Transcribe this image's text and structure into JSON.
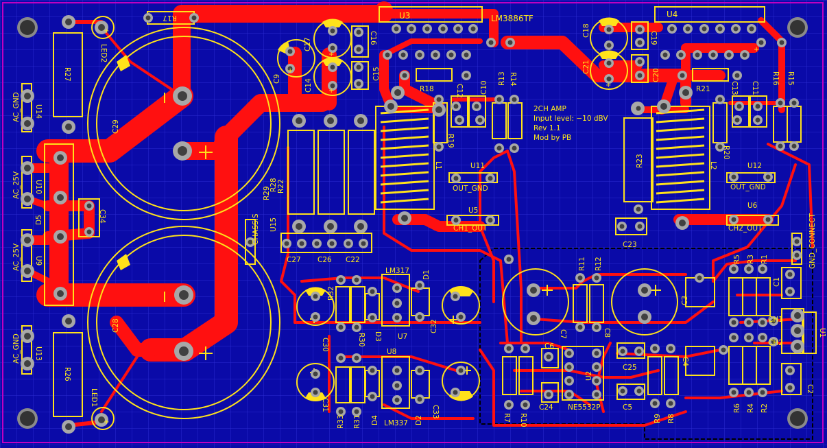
{
  "colors": {
    "board": "#0a0aa8",
    "grid": "#2b2bd0",
    "copper": "#ff1010",
    "silk": "#ffe21a",
    "pad": "#a8a8a8",
    "hole": "#404040",
    "outline": "#c000c0"
  },
  "chips": {
    "u3": "U3",
    "lm3886": "LM3886TF",
    "u4": "U4"
  },
  "pcb_text": {
    "line1": "2CH AMP",
    "line2": "Input level: −10 dBV",
    "line3": "Rev 1.1",
    "line4": "Mod by PB"
  },
  "labels": {
    "R17": "R17",
    "LED2": "LED2",
    "R27": "R27",
    "AC_GND_top": "AC_GND",
    "U14": "U14",
    "C29": "C29",
    "AC_25V_a": "AC_25V",
    "U10": "U10",
    "D5": "D5",
    "C34": "C34",
    "AC_25V_b": "AC_25V",
    "U9": "U9",
    "C28": "C28",
    "AC_GND_bot": "AC_GND",
    "U13": "U13",
    "R26": "R26",
    "LED1": "LED1",
    "C17": "C17",
    "C9": "C9",
    "C14": "C14",
    "C16": "C16",
    "C15": "C15",
    "R18": "R18",
    "C12": "C12",
    "C10": "C10",
    "R13": "R13",
    "R14": "R14",
    "R19": "R19",
    "L1": "L1",
    "U11": "U11",
    "OUT_GND_1": "OUT_GND",
    "U5": "U5",
    "CH1_OUT": "CH1_OUT",
    "R29": "R29",
    "R28": "R28",
    "R22": "R22",
    "CHASSIS": "CHASSIS",
    "U15": "U15",
    "C27": "C27",
    "C26": "C26",
    "C22": "C22",
    "C18": "C18",
    "C21": "C21",
    "C19": "C19",
    "C20": "C20",
    "R21": "R21",
    "C13": "C13",
    "C11": "C11",
    "R16": "R16",
    "R15": "R15",
    "R23": "R23",
    "L2": "L2",
    "R20": "R20",
    "U12": "U12",
    "OUT_GND_2": "OUT_GND",
    "U6": "U6",
    "CH2_OUT": "CH2_OUT",
    "C23": "C23",
    "GND_CONNECT": "GND_CONNECT",
    "R32": "R32",
    "LM317": "LM317",
    "D1": "D1",
    "C30": "C30",
    "R30": "R30",
    "D3": "D3",
    "U7": "U7",
    "C32": "C32",
    "U8": "U8",
    "C31": "C31",
    "R33": "R33",
    "R31": "R31",
    "D4": "D4",
    "LM337": "LM337",
    "D2": "D2",
    "C33": "C33",
    "R11": "R11",
    "R12": "R12",
    "C7": "C7",
    "C8": "C8",
    "C6": "C6",
    "C24": "C24",
    "R7": "R7",
    "R10": "R10",
    "U2": "U2",
    "NE5532P": "NE5532P",
    "C25": "C25",
    "C5": "C5",
    "R9": "R9",
    "R8": "R8",
    "C4": "C4",
    "C3": "C3",
    "R5": "R5",
    "R3": "R3",
    "R1": "R1",
    "C1": "C1",
    "CH1": "CH1",
    "CH2": "CH2",
    "U1": "U1",
    "R6": "R6",
    "R4": "R4",
    "R2": "R2",
    "C2": "C2"
  }
}
